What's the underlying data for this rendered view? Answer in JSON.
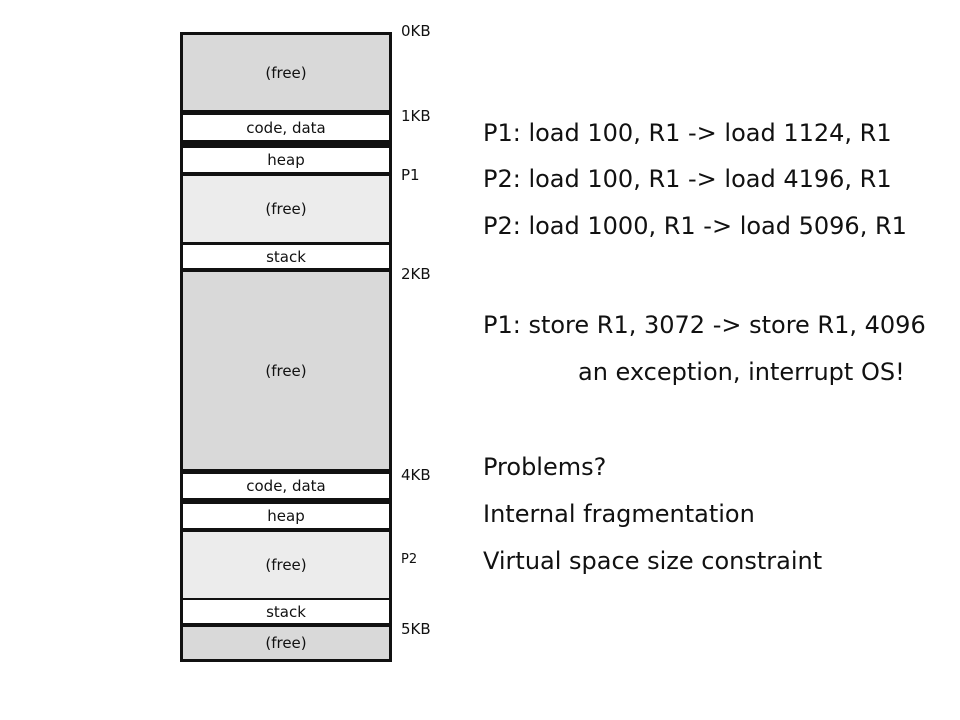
{
  "memory": {
    "segments": [
      {
        "label": "(free)"
      },
      {
        "label": "code, data"
      },
      {
        "label": "heap"
      },
      {
        "label": "(free)"
      },
      {
        "label": "stack"
      },
      {
        "label": "(free)"
      },
      {
        "label": "code, data"
      },
      {
        "label": "heap"
      },
      {
        "label": "(free)"
      },
      {
        "label": "stack"
      },
      {
        "label": "(free)"
      }
    ],
    "addresses": [
      "0KB",
      "1KB",
      "P1",
      "2KB",
      "4KB",
      "P2",
      "5KB"
    ]
  },
  "notes": {
    "line1": "P1: load 100, R1 -> load 1124, R1",
    "line2": "P2: load 100, R1 -> load 4196, R1",
    "line3": "P2: load 1000, R1 -> load 5096, R1",
    "line4": "P1: store R1, 3072 -> store R1, 4096",
    "line5": "an exception, interrupt OS!",
    "line6": "Problems?",
    "line7": "Internal fragmentation",
    "line8": "Virtual space size constraint"
  },
  "colors": {
    "free_dark": "#d9d9d9",
    "free_light": "#ececec",
    "used": "#ffffff",
    "border": "#111111"
  }
}
